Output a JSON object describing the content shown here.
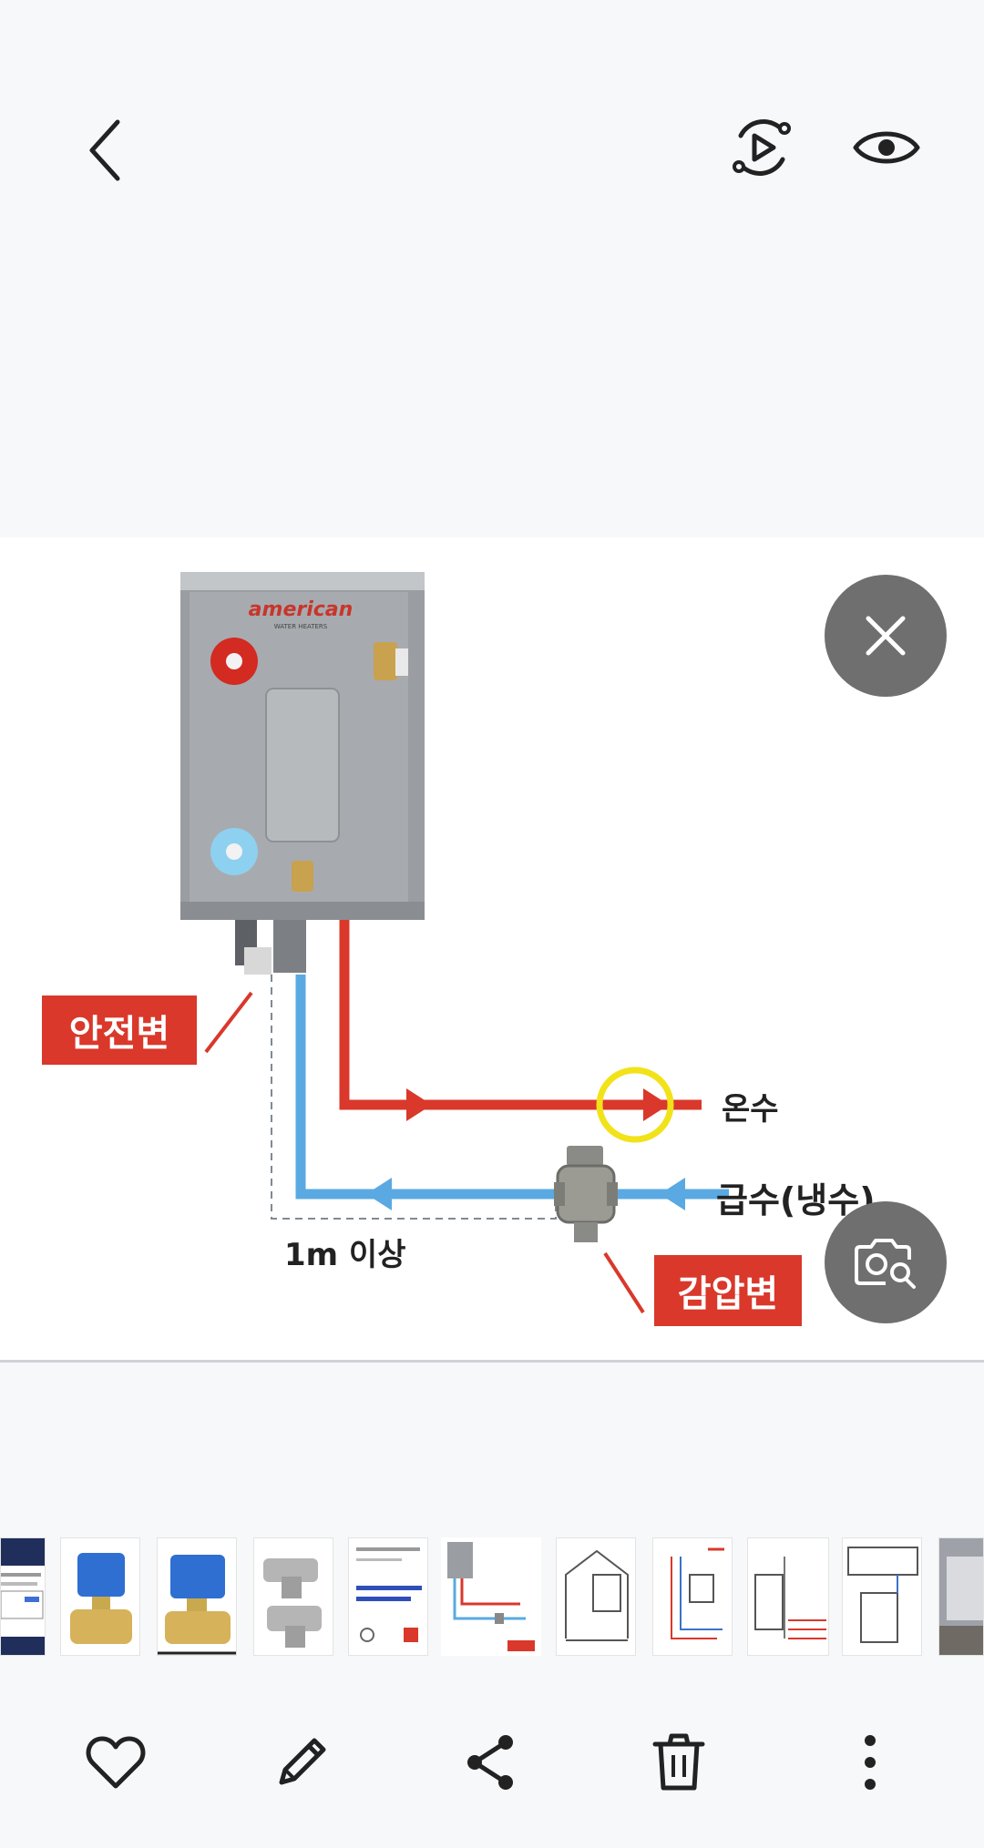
{
  "toolbar": {
    "back": "chevron-left-icon",
    "motion": "motion-photo-icon",
    "view": "eye-icon"
  },
  "photo": {
    "brand_logo": "american",
    "brand_sub": "WATER HEATERS",
    "labels": {
      "safety_valve": "안전변",
      "hot_water": "온수",
      "cold_supply": "급수(냉수)",
      "distance": "1m 이상",
      "pressure_valve": "감압변"
    },
    "colors": {
      "hot_pipe": "#d9382b",
      "cold_pipe": "#5aa9e2",
      "tag_red": "#d9382b",
      "highlight": "#f2e21a"
    }
  },
  "overlay": {
    "close": "close-icon",
    "lens": "visual-search-icon"
  },
  "filmstrip": {
    "items": [
      {
        "name": "thumb-spec-sheet"
      },
      {
        "name": "thumb-ball-valve-1"
      },
      {
        "name": "thumb-ball-valve-2"
      },
      {
        "name": "thumb-tee-fittings"
      },
      {
        "name": "thumb-certificate"
      },
      {
        "name": "thumb-water-heater-current"
      },
      {
        "name": "thumb-plumbing-diagram-1"
      },
      {
        "name": "thumb-plumbing-diagram-2"
      },
      {
        "name": "thumb-floor-heating-diagram"
      },
      {
        "name": "thumb-piping-diagram"
      },
      {
        "name": "thumb-photo"
      }
    ]
  },
  "actions": {
    "favorite": "heart-icon",
    "edit": "pencil-icon",
    "share": "share-icon",
    "delete": "trash-icon",
    "more": "more-vertical-icon"
  }
}
